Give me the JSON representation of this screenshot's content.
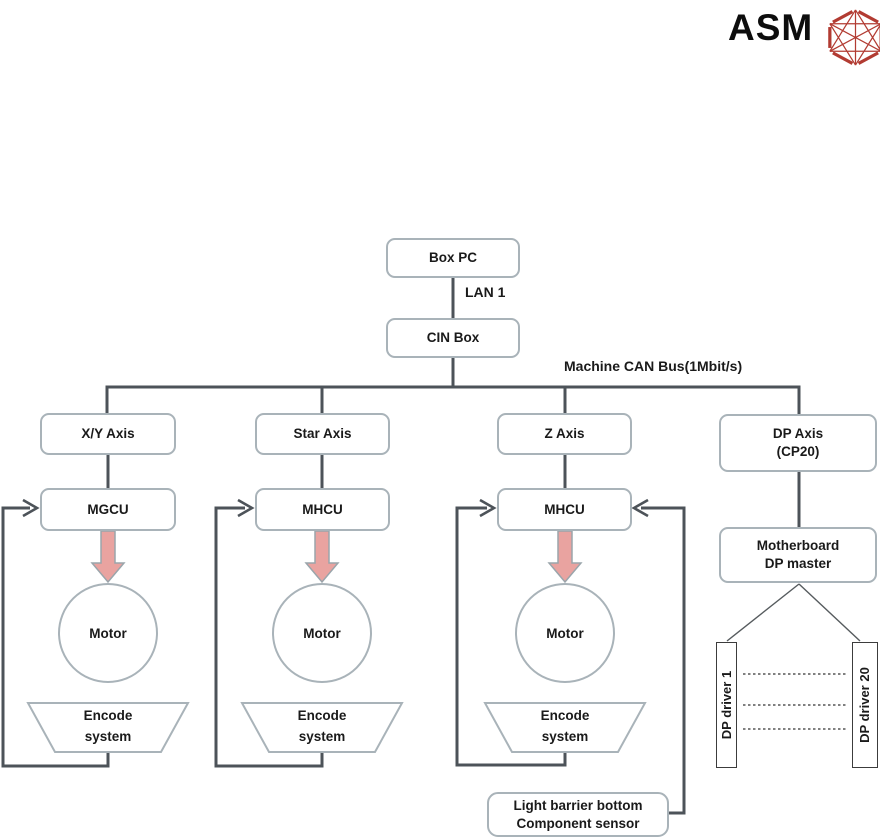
{
  "header": {
    "logo_text": "ASM"
  },
  "diagram": {
    "top": {
      "box_pc": "Box PC",
      "lan_label": "LAN 1",
      "cin_box": "CIN Box",
      "bus_label": "Machine CAN Bus(1Mbit/s)"
    },
    "columns": [
      {
        "axis_label": "X/Y Axis",
        "controller_label": "MGCU",
        "motor_label": "Motor",
        "encoder_label_1": "Encode",
        "encoder_label_2": "system"
      },
      {
        "axis_label": "Star Axis",
        "controller_label": "MHCU",
        "motor_label": "Motor",
        "encoder_label_1": "Encode",
        "encoder_label_2": "system"
      },
      {
        "axis_label": "Z Axis",
        "controller_label": "MHCU",
        "motor_label": "Motor",
        "encoder_label_1": "Encode",
        "encoder_label_2": "system"
      }
    ],
    "dp_branch": {
      "axis_label_1": "DP Axis",
      "axis_label_2": "(CP20)",
      "master_label_1": "Motherboard",
      "master_label_2": "DP master",
      "driver_first": "DP driver 1",
      "driver_last": "DP driver 20"
    },
    "sensor_box": {
      "line1": "Light barrier bottom",
      "line2": "Component sensor"
    }
  },
  "colors": {
    "connector": "#4d5359",
    "thin_line": "#565b5e",
    "dotted_line": "#6f6f6f",
    "box_border": "#a9b3b9",
    "shape_fill": "#ffffff",
    "arrow_fill": "#e9a3a0",
    "arrow_stroke": "#9aa5ab",
    "logo_red": "#b23b32"
  }
}
